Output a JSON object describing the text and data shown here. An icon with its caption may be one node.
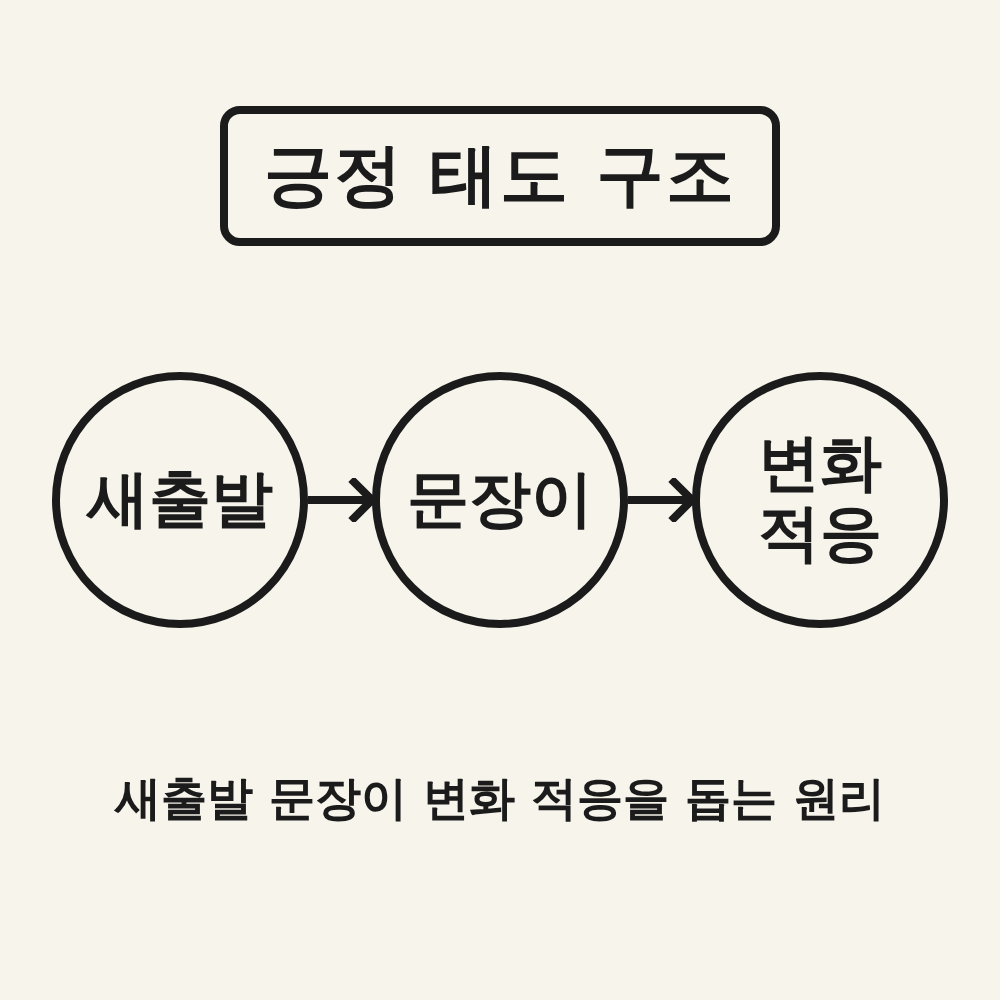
{
  "diagram": {
    "title": "긍정 태도 구조",
    "caption": "새출발 문장이 변화 적응을 돕는 원리",
    "nodes": [
      {
        "text": [
          "새출발"
        ]
      },
      {
        "text": [
          "문장이"
        ]
      },
      {
        "text": [
          "변화 적응"
        ]
      }
    ],
    "edges": [
      {
        "from": 0,
        "to": 1,
        "arrow": "to"
      },
      {
        "from": 1,
        "to": 2,
        "arrow": "to"
      }
    ]
  }
}
